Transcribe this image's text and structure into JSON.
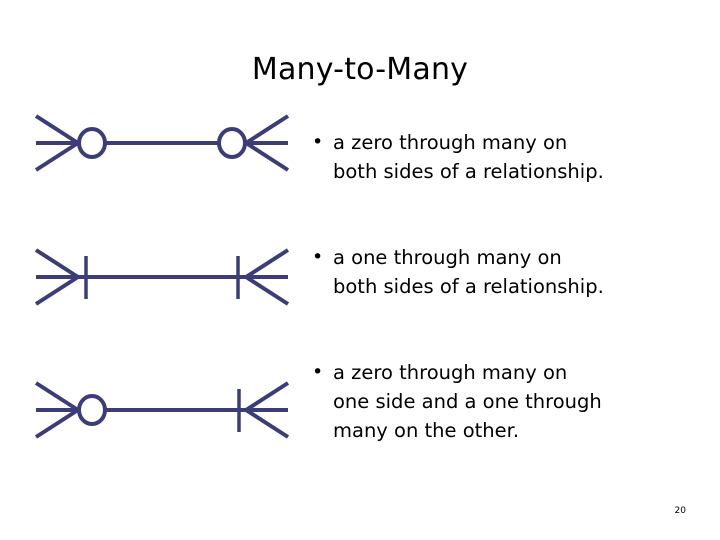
{
  "slide": {
    "title": "Many-to-Many",
    "page_number": "20",
    "background_color": "#ffffff",
    "title_color": "#000000",
    "body_text_color": "#000000",
    "diagram_color": "#3c3c78",
    "bullet_marker": "•"
  },
  "rows": [
    {
      "diagram": {
        "name": "many-to-many-zero-both-sides",
        "left_end": {
          "crowsfoot": true,
          "cardinality_symbol": "circle",
          "meaning": "zero or many"
        },
        "right_end": {
          "crowsfoot": true,
          "cardinality_symbol": "circle",
          "meaning": "zero or many"
        }
      },
      "bullet": {
        "marker": "•",
        "lines": [
          "a zero through many on",
          "both sides of a relationship."
        ]
      }
    },
    {
      "diagram": {
        "name": "many-to-many-one-both-sides",
        "left_end": {
          "crowsfoot": true,
          "cardinality_symbol": "tick",
          "meaning": "one or many"
        },
        "right_end": {
          "crowsfoot": true,
          "cardinality_symbol": "tick",
          "meaning": "one or many"
        }
      },
      "bullet": {
        "marker": "•",
        "lines": [
          "a one through many on",
          "both sides of a relationship."
        ]
      }
    },
    {
      "diagram": {
        "name": "many-to-many-zero-one-mixed",
        "left_end": {
          "crowsfoot": true,
          "cardinality_symbol": "circle",
          "meaning": "zero or many"
        },
        "right_end": {
          "crowsfoot": true,
          "cardinality_symbol": "tick",
          "meaning": "one or many"
        }
      },
      "bullet": {
        "marker": "•",
        "lines": [
          "a zero through many on",
          "one side and a one through",
          "many on the other."
        ]
      }
    }
  ]
}
